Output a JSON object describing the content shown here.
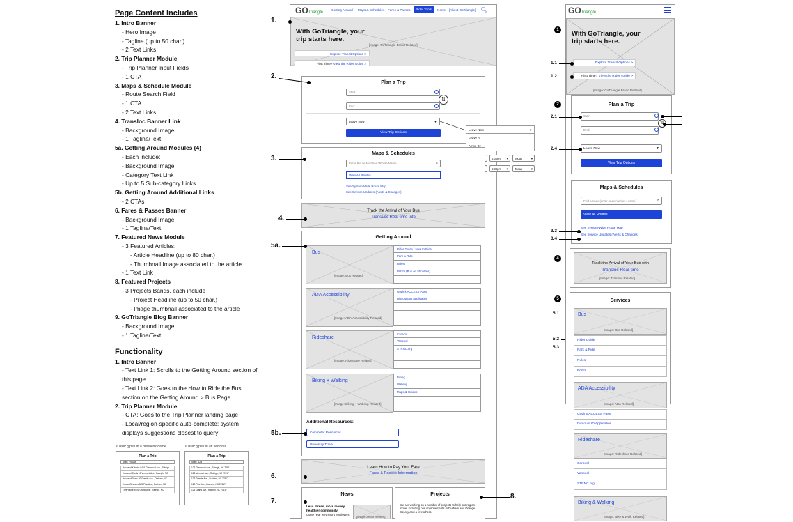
{
  "spec": {
    "content_heading": "Page Content Includes",
    "content_items": [
      {
        "t": "1. Intro Banner",
        "c": "s"
      },
      {
        "t": "- Hero Image",
        "c": "l1"
      },
      {
        "t": "- Tagline (up to 50 char.)",
        "c": "l1"
      },
      {
        "t": "- 2 Text Links",
        "c": "l1"
      },
      {
        "t": "2. Trip Planner Module",
        "c": "s"
      },
      {
        "t": "- Trip Planner Input Fields",
        "c": "l1"
      },
      {
        "t": "- 1 CTA",
        "c": "l1"
      },
      {
        "t": "3. Maps & Schedule Module",
        "c": "s"
      },
      {
        "t": "- Route Search Field",
        "c": "l1"
      },
      {
        "t": "- 1 CTA",
        "c": "l1"
      },
      {
        "t": "- 2 Text Links",
        "c": "l1"
      },
      {
        "t": "4. Transloc Banner Link",
        "c": "s"
      },
      {
        "t": "- Background Image",
        "c": "l1"
      },
      {
        "t": "- 1 Tagline/Text",
        "c": "l1"
      },
      {
        "t": "5a. Getting Around Modules (4)",
        "c": "s"
      },
      {
        "t": "- Each include:",
        "c": "l1"
      },
      {
        "t": "- Background Image",
        "c": "l1"
      },
      {
        "t": "- Category Text Link",
        "c": "l1"
      },
      {
        "t": "- Up to 5 Sub-category Links",
        "c": "l1"
      },
      {
        "t": "5b. Getting Around Additional Links",
        "c": "s"
      },
      {
        "t": "- 2 CTAs",
        "c": "l1"
      },
      {
        "t": "6. Fares & Passes Banner",
        "c": "s"
      },
      {
        "t": "- Background Image",
        "c": "l1"
      },
      {
        "t": "- 1 Tagline/Text",
        "c": "l1"
      },
      {
        "t": "7. Featured News Module",
        "c": "s"
      },
      {
        "t": "- 3 Featured Articles:",
        "c": "l1"
      },
      {
        "t": "- Article Headline (up to 80 char.)",
        "c": "l2"
      },
      {
        "t": "- Thumbnail Image associated to the article",
        "c": "l2"
      },
      {
        "t": "- 1 Text Link",
        "c": "l1"
      },
      {
        "t": "8. Featured Projects",
        "c": "s"
      },
      {
        "t": "- 3 Projects Bands, each include",
        "c": "l1"
      },
      {
        "t": "- Project Headline (up to 50 char.)",
        "c": "l2"
      },
      {
        "t": "- Image thumbnail associated to the article",
        "c": "l2"
      },
      {
        "t": "9. GoTriangle Blog Banner",
        "c": "s"
      },
      {
        "t": "- Background Image",
        "c": "l1"
      },
      {
        "t": "- 1 Tagline/Text",
        "c": "l1"
      }
    ],
    "func_heading": "Functionality",
    "func_items": [
      {
        "t": "1. Intro Banner",
        "c": "s"
      },
      {
        "t": "- Text Link 1: Scrolls to the Getting Around section of this page",
        "c": "l1"
      },
      {
        "t": "- Text Link 2: Goes to the How to Ride the Bus section on the Getting Around > Bus Page",
        "c": "l1"
      },
      {
        "t": "2. Trip Planner Module",
        "c": "s"
      },
      {
        "t": "- CTA: Goes to the Trip Planner landing page",
        "c": "l1"
      },
      {
        "t": "- Local/region-specific auto-complete: system displays suggestions closest to query",
        "c": "l1"
      }
    ],
    "mini_left": {
      "caption": "If user types in a business name",
      "title": "Plan a Trip",
      "start": "Start: House",
      "rows": [
        "House of Kabobs 8451 Glenwood Ave., Raleigh",
        "House of Cards 10 Vermont Ave., Raleigh, NC",
        "House of Deals 30 Granite Ave., Durham, NC",
        "House Cleaners 303 Pine Ave., Durham, NC",
        "TreeHouse 9401 Grand Ave., Raleigh, NC"
      ]
    },
    "mini_right": {
      "caption": "If user types in an address",
      "title": "Plan a Trip",
      "start": "Start: 123",
      "rows": [
        "123 Glenwood Ave., Raleigh, NC 27617",
        "123 Vermont Ave., Raleigh, NC 27617",
        "123 Granite Ave., Durham, NC 27617",
        "123 Pine Ave., Durham, NC 27617",
        "123 Grand Ave., Raleigh, NC 27617"
      ]
    }
  },
  "desktop": {
    "logo_go": "GO",
    "logo_tri": "Triangle",
    "nav": [
      "Getting Around",
      "Maps & Schedules",
      "Fares & Passes",
      "Rider Tools",
      "News",
      "[About GoTriangle]"
    ],
    "hero_tagline": "With GoTriangle, your trip starts here.",
    "hero_image_caption": "[Image: GoTriangle Brand Related]",
    "explore_link": "Explore Transit Options >",
    "first_time_prefix": "First Time?",
    "first_time_link": "View the Rider Guide >",
    "plan_title": "Plan a Trip",
    "start_placeholder": "Start:",
    "end_placeholder": "End:",
    "leave_now": "Leave Now",
    "view_trip_options": "View Trip Options",
    "dropdown_options": [
      "Leave Now",
      "Leave At",
      "Arrive By"
    ],
    "time_rows": [
      [
        "Leave At",
        "6:30pm",
        "Today"
      ],
      [
        "Arrive By",
        "6:30pm",
        "Today"
      ]
    ],
    "maps_title": "Maps & Schedules",
    "route_placeholder": "Enter Route Number / Route Name",
    "view_all_routes": "View All Routes",
    "sys_map_link": "See System-Wide Route Map",
    "service_updates_link": "See Service Updates (Alerts & Changes)",
    "transloc_line1": "Track the Arrival of Your Bus",
    "transloc_line2": "TransLoc Real-time Info",
    "getting_around_title": "Getting Around",
    "modules": [
      {
        "name": "Bus",
        "caption": "[Image: Bus Related]",
        "links": [
          "Rider Guide / How to Ride",
          "Park & Ride",
          "Rules",
          "BOSS (Bus on Shoulder)",
          ""
        ]
      },
      {
        "name": "ADA Accessibility",
        "caption": "[Image: ADA Accessibility Related]",
        "links": [
          "GoLink ACCESS Pass",
          "Discount ID Application",
          "",
          "",
          ""
        ]
      },
      {
        "name": "Rideshare",
        "caption": "[Image: Rideshare Related]",
        "links": [
          "Carpool",
          "Vanpool",
          "STRNC.org",
          "",
          ""
        ]
      },
      {
        "name": "Biking + Walking",
        "caption": "[Image: Biking + Walking Related]",
        "links": [
          "Biking",
          "Walking",
          "Maps & Guides",
          "",
          ""
        ]
      }
    ],
    "additional_title": "Additional Resources:",
    "additional_buttons": [
      "Commuter Resources",
      "University Travel"
    ],
    "fares_line1": "Learn How to Pay Your Fare",
    "fares_line2": "Fares & Passes Information",
    "news_title": "News",
    "news_headline": "Less stress, more money, healthier community:",
    "news_body": "Come hear why smart employers",
    "news_image_caption": "[Image: Article Related]",
    "projects_title": "Projects",
    "projects_body": "We are working on a number of projects to help our region move, including bus improvements in Durham and Orange County and a few others.",
    "annotations": [
      "1.",
      "2.",
      "3.",
      "4.",
      "5a.",
      "5b.",
      "6.",
      "7.",
      "8."
    ]
  },
  "mobile": {
    "logo_go": "GO",
    "logo_tri": "Triangle",
    "hero_tagline": "With GoTriangle, your trip starts here.",
    "explore_link": "Explore Transit Options >",
    "first_time_prefix": "First Time?",
    "first_time_link": "View the Rider Guide >",
    "hero_image_caption": "[Image: GoTriangle Brand Related]",
    "plan_title": "Plan a Trip",
    "start_placeholder": "Start",
    "end_placeholder": "End",
    "leave_now": "Leave Now",
    "view_trip_options": "View Trip Options",
    "maps_title": "Maps & Schedules",
    "route_placeholder": "Find a route (enter route number / name)",
    "view_all_routes": "View All Routes",
    "sys_map_link": "See System-Wide Route Map",
    "service_updates_link": "See Service Updates (Alerts & Changes)",
    "transloc_line1": "Track the Arrival of Your Bus with",
    "transloc_line2": "Transloc Real-time",
    "transloc_caption": "[Image: Transloc Related]",
    "services_title": "Services",
    "services": [
      {
        "name": "Bus",
        "caption": "[Image: Bus Related]",
        "links": [
          "Rider Guide",
          "Park & Ride",
          "Rules",
          "BOSS"
        ]
      },
      {
        "name": "ADA Accessibility",
        "caption": "[Image: ADA Related]",
        "links": [
          "GoLinx ACCESS Pass",
          "Discount ID Application"
        ]
      },
      {
        "name": "Rideshare",
        "caption": "[Image: Rideshare Related]",
        "links": [
          "Carpool",
          "Vanpool",
          "STRNC.org"
        ]
      },
      {
        "name": "Biking & Walking",
        "caption": "[Image: Bike & Walk Related]",
        "links": []
      }
    ],
    "callouts": [
      "1.1",
      "1.2",
      "2.1",
      "2.4",
      "3.3",
      "3.4",
      "5.1",
      "5.2",
      "5.3"
    ],
    "circles": [
      "1",
      "2",
      "4",
      "5"
    ]
  }
}
